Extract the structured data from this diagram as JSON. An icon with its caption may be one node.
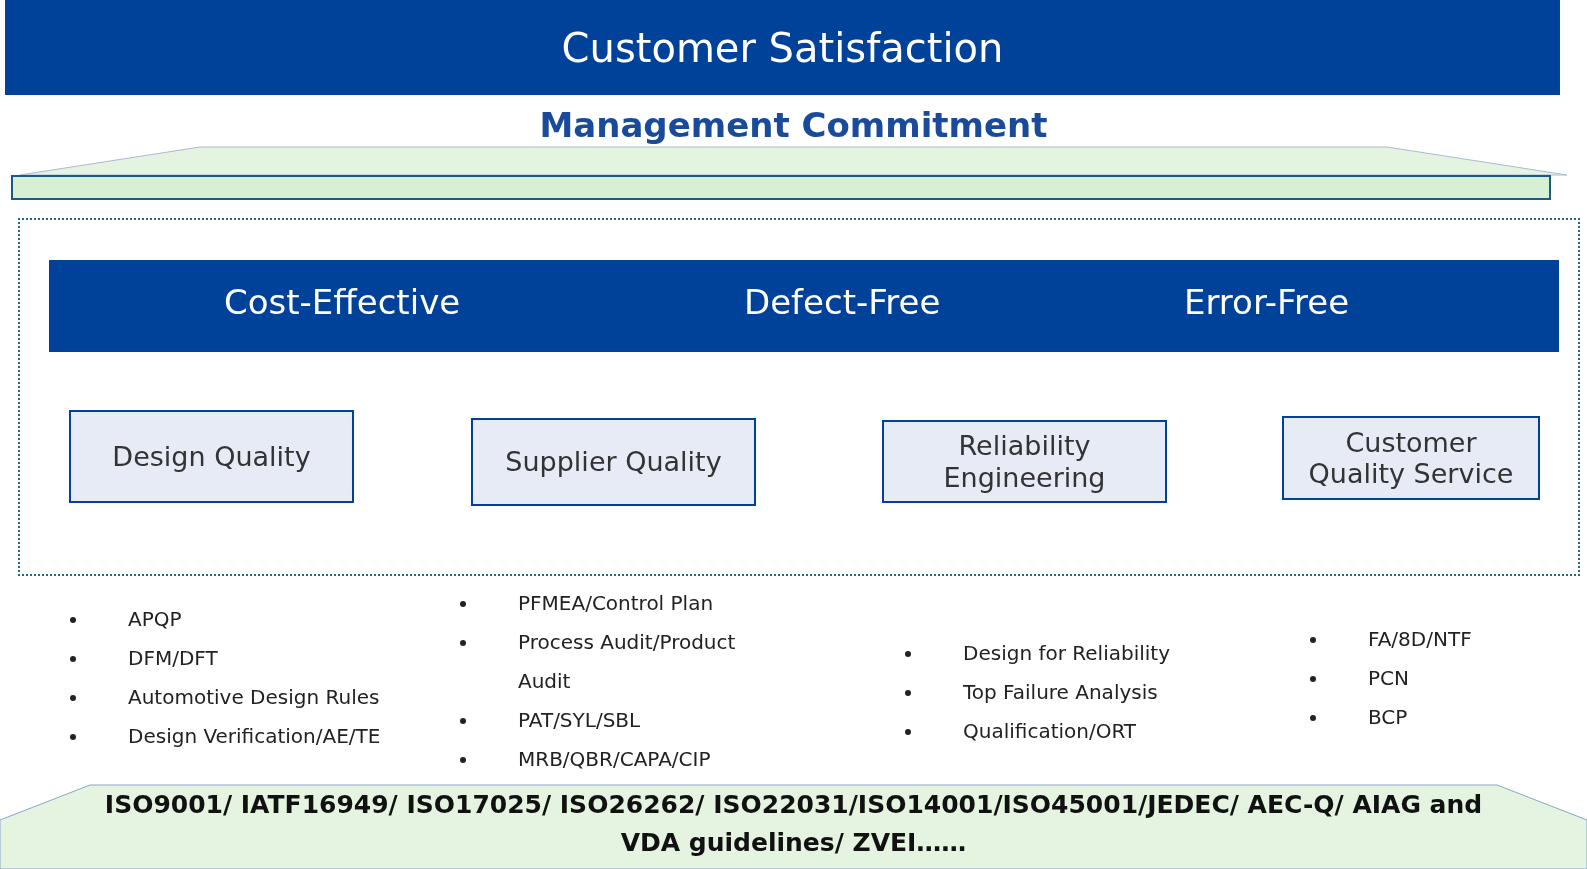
{
  "diagram": {
    "nodes": [
      {
        "text": [
          "Customer Satisfaction"
        ]
      },
      {
        "text": [
          "Management Commitment"
        ]
      },
      {
        "text": [],
        "shape": "box"
      },
      {
        "text": [
          "Cost-Effective",
          "Defect-Free",
          "Error-Free"
        ],
        "in": 2
      },
      {
        "text": [
          "Design Quality"
        ],
        "in": 2,
        "beside": [
          "APQP",
          "DFM/DFT",
          "Automotive Design Rules",
          "Design Verification/AE/TE"
        ]
      },
      {
        "text": [
          "Supplier Quality"
        ],
        "in": 2,
        "beside": [
          "PFMEA/Control Plan",
          "Process Audit/Product Audit",
          "PAT/SYL/SBL",
          "MRB/QBR/CAPA/CIP"
        ]
      },
      {
        "text": [
          "Reliability Engineering"
        ],
        "in": 2,
        "beside": [
          "Design for Reliability",
          "Top Failure Analysis",
          "Qualification/ORT"
        ]
      },
      {
        "text": [
          "Customer Quality Service"
        ],
        "in": 2,
        "beside": [
          "FA/8D/NTF",
          "PCN",
          "BCP"
        ]
      },
      {
        "text": [
          "ISO9001/ IATF16949/ ISO17025/ ISO26262/ ISO22031/ISO14001/ISO45001/JEDEC/ AEC-Q/ AIAG and VDA guidelines/ ZVEI……"
        ]
      }
    ]
  }
}
